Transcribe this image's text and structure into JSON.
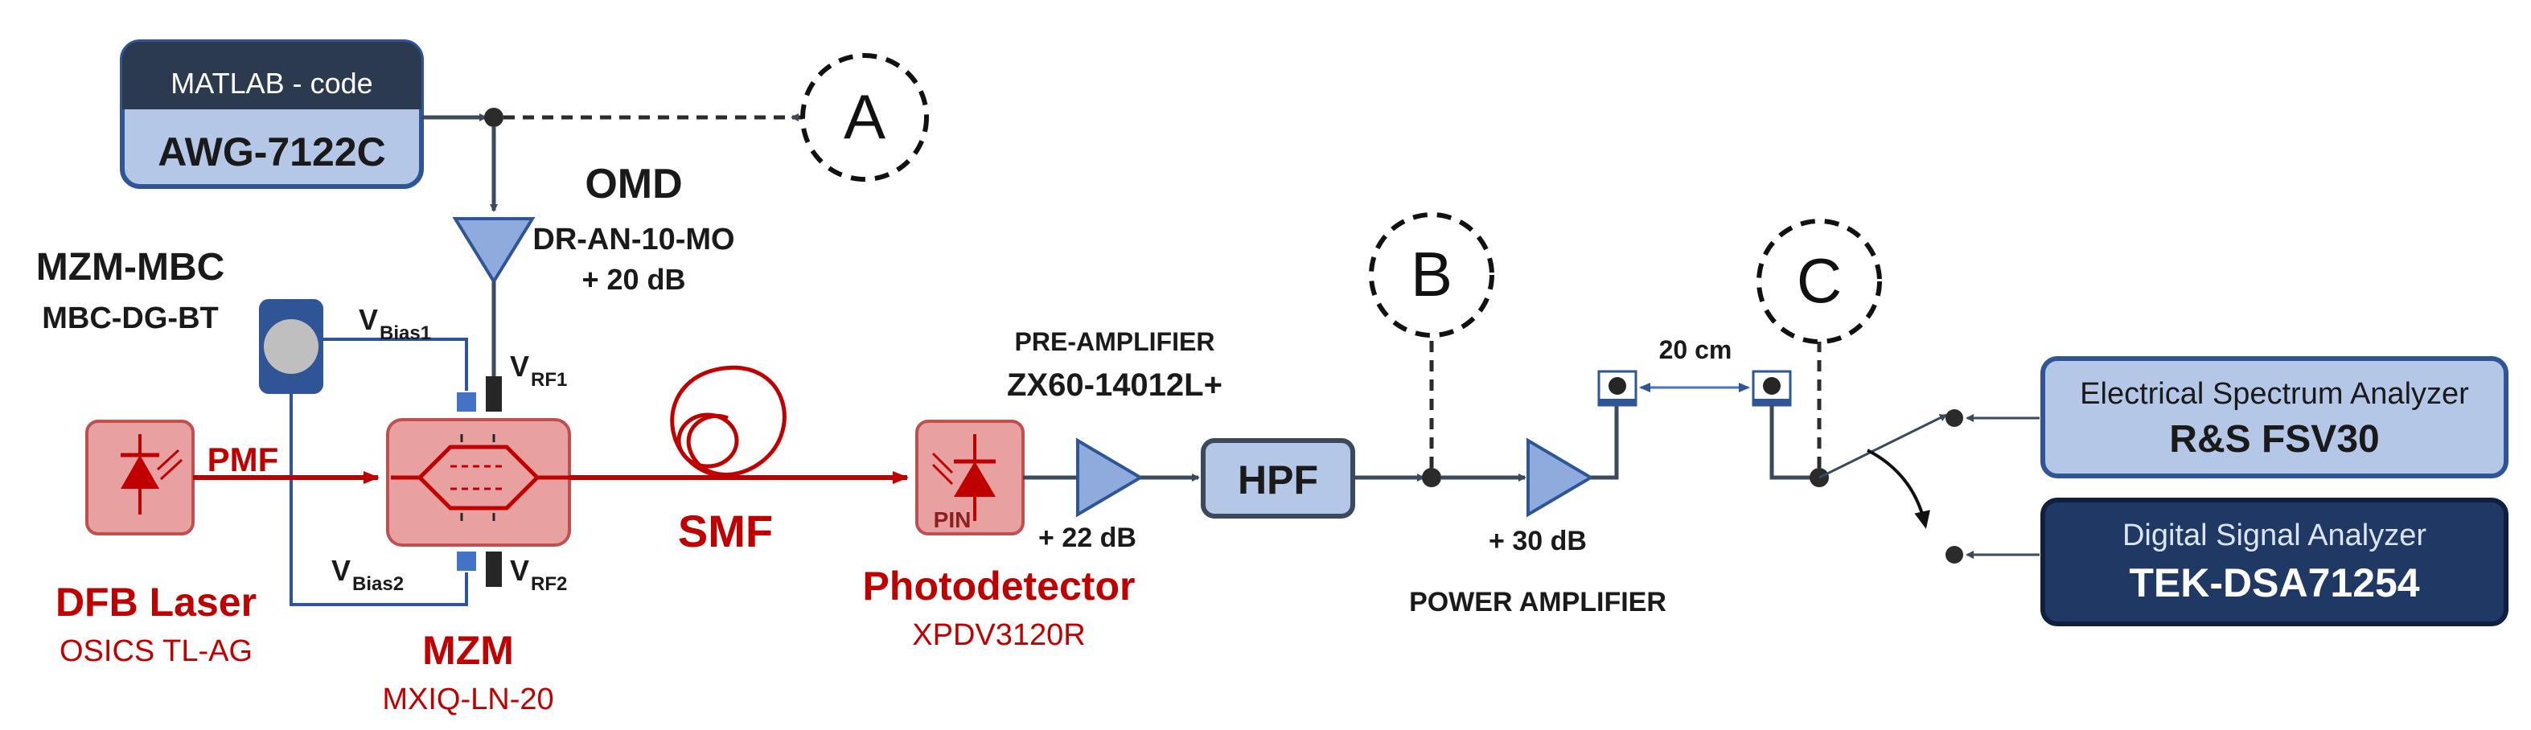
{
  "awg": {
    "header": "MATLAB - code",
    "model": "AWG-7122C"
  },
  "omd": {
    "title": "OMD",
    "model": "DR-AN-10-MO",
    "gain": "+ 20 dB"
  },
  "mbc": {
    "title": "MZM-MBC",
    "model": "MBC-DG-BT"
  },
  "bias1": {
    "main": "V",
    "sub": "Bias1"
  },
  "bias2": {
    "main": "V",
    "sub": "Bias2"
  },
  "rf1": {
    "main": "V",
    "sub": "RF1"
  },
  "rf2": {
    "main": "V",
    "sub": "RF2"
  },
  "laser": {
    "label": "DFB Laser",
    "model": "OSICS TL-AG"
  },
  "pmf": "PMF",
  "mzm": {
    "label": "MZM",
    "model": "MXIQ-LN-20"
  },
  "smf": "SMF",
  "pd": {
    "label": "Photodetector",
    "model": "XPDV3120R",
    "pin": "PIN"
  },
  "preamp": {
    "title": "PRE-AMPLIFIER",
    "model": "ZX60-14012L+",
    "gain": "+ 22 dB"
  },
  "hpf": "HPF",
  "poweramp": {
    "title": "POWER AMPLIFIER",
    "gain": "+ 30 dB"
  },
  "cable": "20 cm",
  "points": {
    "a": "A",
    "b": "B",
    "c": "C"
  },
  "esa": {
    "title": "Electrical Spectrum Analyzer",
    "model": "R&S FSV30"
  },
  "dsa": {
    "title": "Digital Signal Analyzer",
    "model": "TEK-DSA71254"
  },
  "colors": {
    "optical": "#c00000",
    "electrical": "#3a4a5c",
    "box_light": "#b4c7e7",
    "box_border": "#2f5597",
    "box_dark": "#1f3864",
    "component_fill": "#e8a0a0",
    "amp_fill": "#8faadc"
  }
}
